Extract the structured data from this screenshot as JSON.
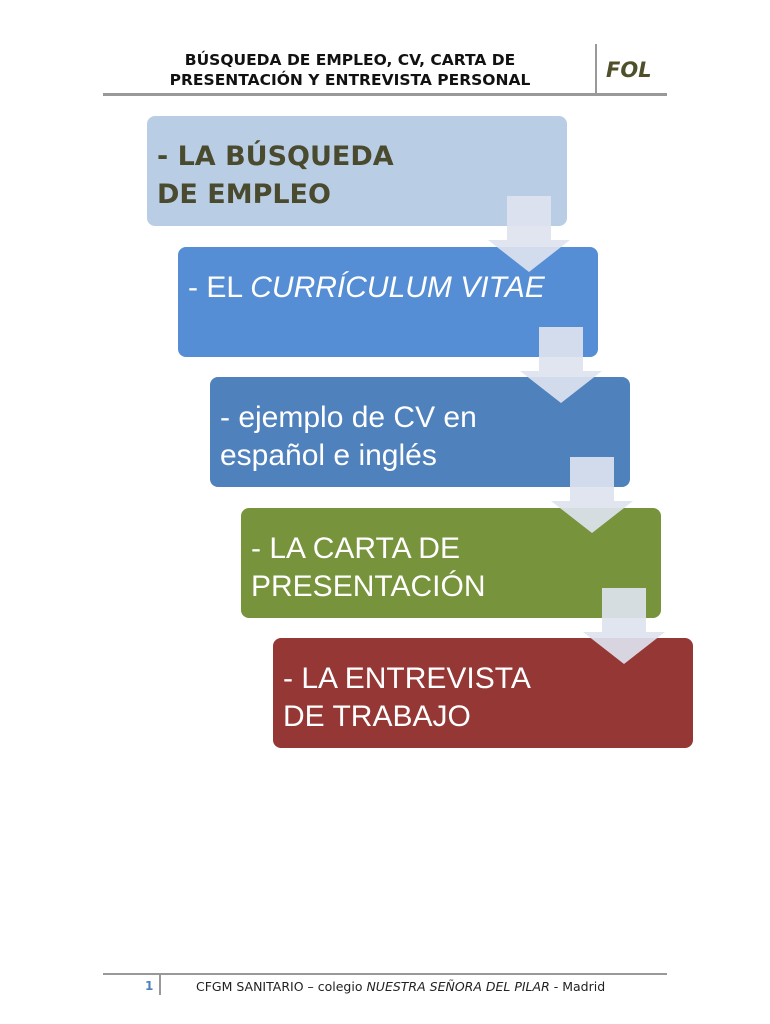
{
  "header": {
    "title_line1": "BÚSQUEDA DE EMPLEO, CV, CARTA DE",
    "title_line2": "PRESENTACIÓN Y ENTREVISTA PERSONAL",
    "subject": "FOL"
  },
  "steps": [
    {
      "prefix": "- LA BÚSQUEDA",
      "rest": "DE EMPLEO",
      "color": "#b9cde5",
      "text_color": "#4a4a2e"
    },
    {
      "prefix": "- EL ",
      "italic": "CURRÍCULUM VITAE",
      "color": "#558ed5"
    },
    {
      "prefix": "- ejemplo de CV en",
      "rest": "español e inglés",
      "color": "#4f81bd"
    },
    {
      "prefix": "- LA CARTA DE",
      "rest": "PRESENTACIÓN",
      "color": "#77933c"
    },
    {
      "prefix": "- LA ENTREVISTA",
      "rest": "DE TRABAJO",
      "color": "#953735"
    }
  ],
  "footer": {
    "page": "1",
    "text1": "CFGM SANITARIO – colegio ",
    "italic": "NUESTRA SEÑORA DEL PILAR",
    "text2": " - Madrid"
  }
}
